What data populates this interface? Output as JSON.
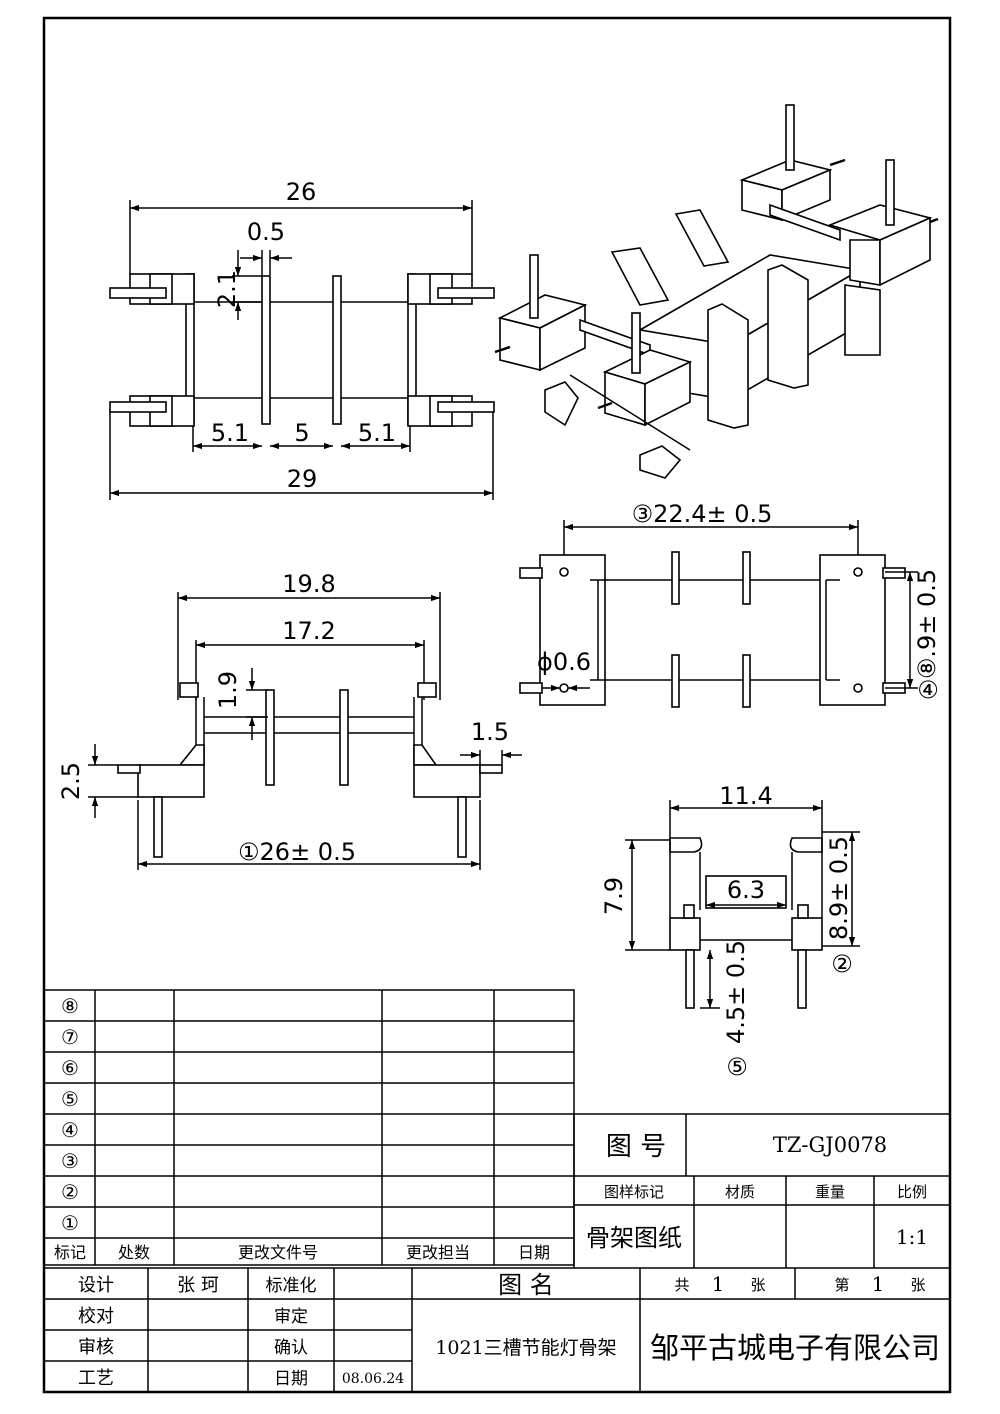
{
  "drawing": {
    "top_view": {
      "dims": {
        "overall": "26",
        "flange": "0.5",
        "pin_offset": "2.1",
        "slot_left": "5.1",
        "slot_mid": "5",
        "slot_right": "5.1",
        "total": "29"
      }
    },
    "front_view": {
      "dims": {
        "outer": "19.8",
        "inner": "17.2",
        "flange_h": "1.9",
        "pin_w": "1.5",
        "base_h": "2.5",
        "length": "①26± 0.5"
      }
    },
    "bottom_view": {
      "dims": {
        "pitch": "③22.4± 0.5",
        "row": "⑧.9± 0.5",
        "row_note": "④",
        "hole": "ϕ0.6"
      }
    },
    "side_view": {
      "dims": {
        "width": "11.4",
        "inner": "6.3",
        "height": "7.9",
        "pin_row": "8.9± 0.5",
        "pin_row_note": "②",
        "pin_len": "4.5± 0.5",
        "pin_len_note": "⑤"
      }
    }
  },
  "revision_table": {
    "row_marks": [
      "⑧",
      "⑦",
      "⑥",
      "⑤",
      "④",
      "③",
      "②",
      "①"
    ],
    "headers": [
      "标记",
      "处数",
      "更改文件号",
      "更改担当",
      "日期"
    ]
  },
  "title_block": {
    "drawing_no_label": "图  号",
    "drawing_no": "TZ-GJ0078",
    "col_headers": [
      "图样标记",
      "材质",
      "重量",
      "比例"
    ],
    "drawing_type": "骨架图纸",
    "scale": "1:1",
    "name_label": "图  名",
    "sheet_total_pre": "共",
    "sheet_total": "1",
    "sheet_total_post": "张",
    "sheet_no_pre": "第",
    "sheet_no": "1",
    "sheet_no_post": "张",
    "roles": {
      "design": "设计",
      "check": "校对",
      "review": "审核",
      "process": "工艺"
    },
    "designer": "张 珂",
    "roles2": {
      "standard": "标准化",
      "approve": "审定",
      "confirm": "确认",
      "date": "日期"
    },
    "date": "08.06.24",
    "part_name": "1021三槽节能灯骨架",
    "company": "邹平古城电子有限公司"
  }
}
